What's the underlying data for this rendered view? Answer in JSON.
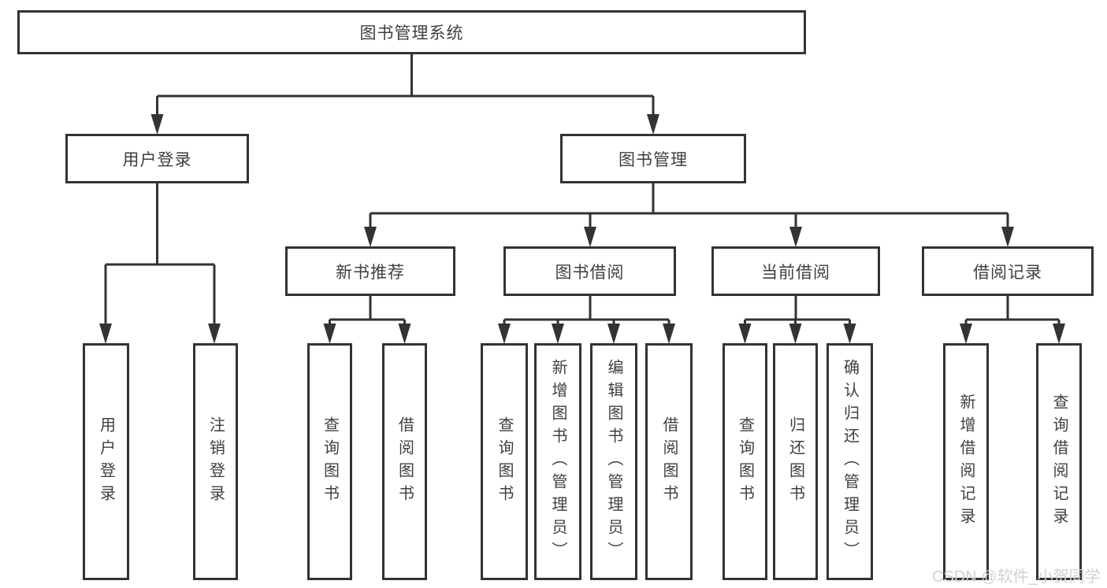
{
  "diagram": {
    "type": "hierarchy-tree",
    "root": {
      "label": "图书管理系统",
      "children": [
        {
          "label": "用户登录",
          "children": [
            {
              "label": "用户登录"
            },
            {
              "label": "注销登录"
            }
          ]
        },
        {
          "label": "图书管理",
          "children": [
            {
              "label": "新书推荐",
              "children": [
                {
                  "label": "查询图书"
                },
                {
                  "label": "借阅图书"
                }
              ]
            },
            {
              "label": "图书借阅",
              "children": [
                {
                  "label": "查询图书"
                },
                {
                  "label": "新增图书（管理员）"
                },
                {
                  "label": "编辑图书（管理员）"
                },
                {
                  "label": "借阅图书"
                }
              ]
            },
            {
              "label": "当前借阅",
              "children": [
                {
                  "label": "查询图书"
                },
                {
                  "label": "归还图书"
                },
                {
                  "label": "确认归还（管理员）"
                }
              ]
            },
            {
              "label": "借阅记录",
              "children": [
                {
                  "label": "新增借阅记录"
                },
                {
                  "label": "查询借阅记录"
                }
              ]
            }
          ]
        }
      ]
    },
    "colors": {
      "line": "#333333",
      "text": "#3f3f3f",
      "background": "#ffffff",
      "watermark": "#d2d2d2"
    }
  },
  "watermark": {
    "text": "CSDN @软件_小贺同学"
  }
}
